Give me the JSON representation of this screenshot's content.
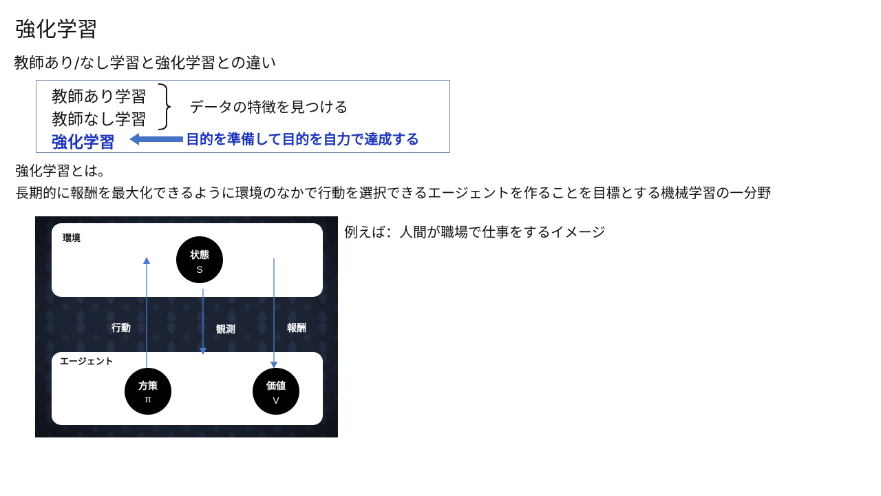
{
  "slide": {
    "title": "強化学習",
    "subtitle": "教師あり/なし学習と強化学習との違い"
  },
  "comparison": {
    "supervised": "教師あり学習",
    "unsupervised": "教師なし学習",
    "reinforcement": "強化学習",
    "find_features": "データの特徴を見つける",
    "rl_goal": "目的を準備して目的を自力で達成する",
    "accent_color": "#1a34c0",
    "arrow_color": "#4472c4"
  },
  "definition": {
    "heading": "強化学習とは。",
    "text": "長期的に報酬を最大化できるように環境のなかで行動を選択できるエージェントを作ることを目標とする機械学習の一分野"
  },
  "diagram": {
    "environment_label": "環境",
    "agent_label": "エージェント",
    "state": {
      "name": "状態",
      "symbol": "S"
    },
    "policy": {
      "name": "方策",
      "symbol": "π"
    },
    "value": {
      "name": "価値",
      "symbol": "V"
    },
    "action_label": "行動",
    "observation_label": "観測",
    "reward_label": "報酬",
    "background_color": "#1c2433"
  },
  "example": {
    "text": "例えば：人間が職場で仕事をするイメージ"
  }
}
